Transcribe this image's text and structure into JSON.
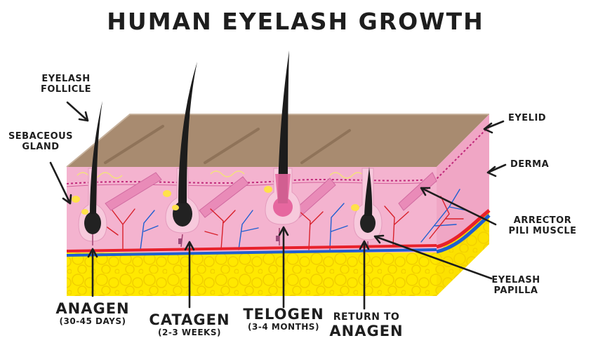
{
  "title": "HUMAN EYELASH GROWTH",
  "labels": {
    "eyelash_follicle": [
      "EYELASH",
      "FOLLICLE"
    ],
    "sebaceous_gland": [
      "SEBACEOUS",
      "GLAND"
    ],
    "eyelid": "EYELID",
    "derma": "DERMA",
    "arrector_pili": [
      "ARRECTOR",
      "PILI MUSCLE"
    ],
    "eyelash_papilla": [
      "EYELASH",
      "PAPILLA"
    ]
  },
  "stages": [
    {
      "name": "ANAGEN",
      "duration": "(30-45 DAYS)"
    },
    {
      "name": "CATAGEN",
      "duration": "(2-3 WEEKS)"
    },
    {
      "name": "TELOGEN",
      "duration": "(3-4 MONTHS)"
    },
    {
      "name": "RETURN TO",
      "duration": "ANAGEN"
    }
  ],
  "colors": {
    "epidermis_top": "#a88b70",
    "derma": "#f4b3cf",
    "fat": "#ffe800",
    "blood_red": "#e8212b",
    "blood_blue": "#1f5fd1",
    "hair": "#1c1c1c"
  }
}
